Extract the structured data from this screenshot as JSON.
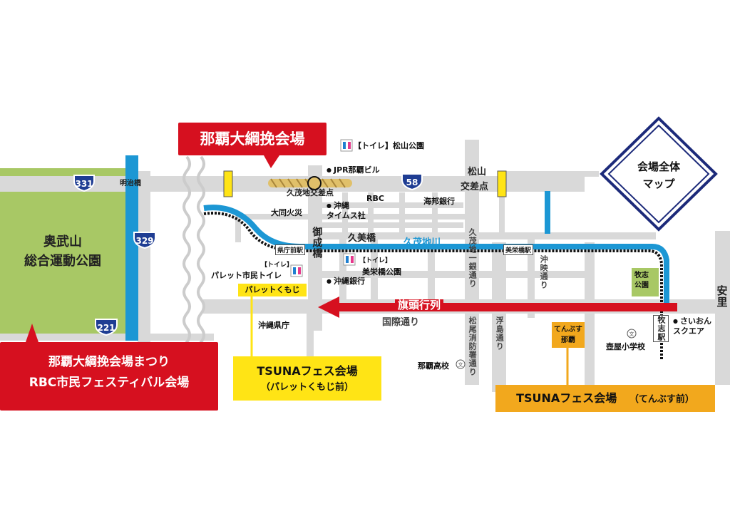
{
  "park": {
    "line1": "奥武山",
    "line2": "総合運動公園"
  },
  "main_venue": "那覇大綱挽会場",
  "festival_venue": {
    "line1": "那覇大綱挽会場まつり",
    "line2": "RBC市民フェスティバル会場"
  },
  "tsuna_palette": {
    "title": "TSUNAフェス会場",
    "sub": "（パレットくもじ前）",
    "tag": "パレットくもじ"
  },
  "tsuna_tenbusu": {
    "title": "TSUNAフェス会場",
    "sub": "（てんぶす前）",
    "tag_line1": "てんぶす",
    "tag_line2": "那覇"
  },
  "map_badge": {
    "line1": "会場全体",
    "line2": "マップ"
  },
  "parade": "旗頭行列",
  "routes": {
    "r331": "331",
    "r329": "329",
    "r221": "221",
    "r58": "58"
  },
  "roads": {
    "meiji_bridge": "明治橋",
    "kumoji_crossing": "久茂地交差点",
    "matsuyama_crossing_1": "松山",
    "matsuyama_crossing_2": "交差点",
    "mie_bridge": "久美橋",
    "kumoji_river": "久茂地川",
    "goseibashi": "御成橋",
    "kokusai": "国際通り",
    "kumoji_ichigin": "久茂地一銀通り",
    "matsuo_shobo": "松尾消防署通り",
    "ukishima": "浮島通り",
    "okiei": "沖映通り",
    "asato": "安里"
  },
  "stations": {
    "kencho": "県庁前駅",
    "miebashi": "美栄橋駅",
    "makishi": "牧志駅"
  },
  "poi": {
    "toilet_matsuyama": "【トイレ】松山公園",
    "jpr": "JPR那覇ビル",
    "daido": "大同火災",
    "okinawa_times": "沖縄\nタイムス社",
    "rbc": "RBC",
    "kaiho_bank": "海邦銀行",
    "toilet_mie_label": "【トイレ】",
    "mie_park": "美栄橋公園",
    "okinawa_bank": "沖縄銀行",
    "palette_toilet_label": "【トイレ】",
    "palette_toilet": "パレット市民トイレ",
    "okinawa_pref": "沖縄県庁",
    "naha_high": "那覇高校",
    "tsuboya_school": "壺屋小学校",
    "sai_on": "さいおん\nスクエア",
    "makishi_park": "牧志\n公園"
  },
  "colors": {
    "red": "#d6101f",
    "yellow": "#ffe415",
    "orange": "#f2a81d",
    "green": "#a8c865",
    "river": "#1c97d4",
    "road": "#d9d9d9",
    "navy": "#1c2a7a"
  }
}
